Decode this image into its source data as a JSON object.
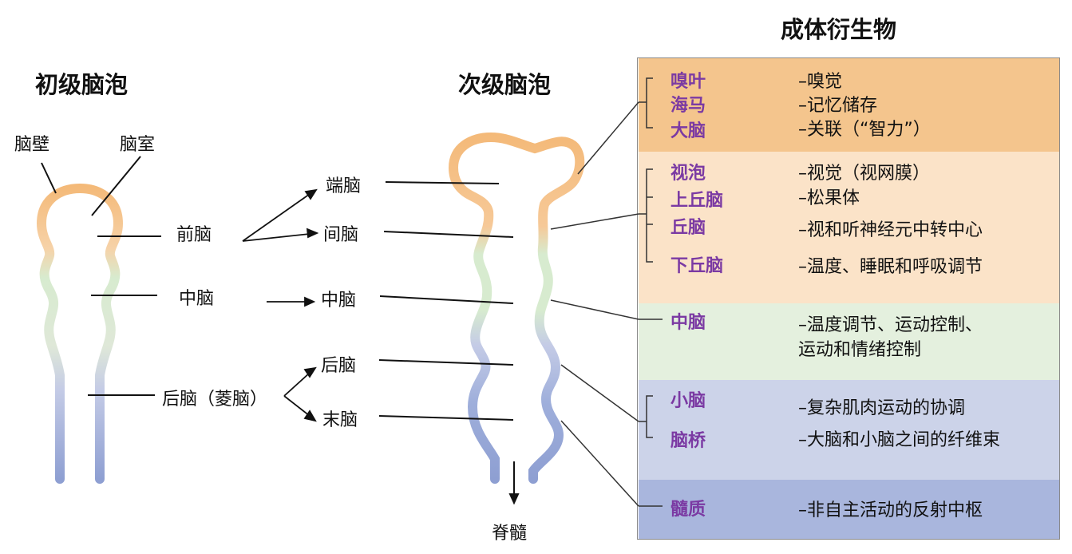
{
  "primary": {
    "title": "初级脑泡",
    "wall_label": "脑壁",
    "ventricle_label": "脑室",
    "forebrain": "前脑",
    "midbrain": "中脑",
    "hindbrain": "后脑（菱脑）"
  },
  "secondary": {
    "title": "次级脑泡",
    "telencephalon": "端脑",
    "diencephalon": "间脑",
    "mesencephalon": "中脑",
    "metencephalon": "后脑",
    "myelencephalon": "末脑",
    "spinal_cord": "脊髓"
  },
  "adult": {
    "title": "成体衍生物",
    "groups": [
      {
        "color": "#f4c58d",
        "items": [
          {
            "name": "嗅叶",
            "function": "–嗅觉"
          },
          {
            "name": "海马",
            "function": "–记忆储存"
          },
          {
            "name": "大脑",
            "function": "–关联（“智力”）"
          }
        ]
      },
      {
        "color": "#fbe3c8",
        "items": [
          {
            "name": "视泡",
            "function": "–视觉（视网膜）"
          },
          {
            "name": "上丘脑",
            "function": "–松果体"
          },
          {
            "name": "丘脑",
            "function": "–视和听神经元中转中心"
          },
          {
            "name": "下丘脑",
            "function": "–温度、睡眠和呼吸调节"
          }
        ]
      },
      {
        "color": "#e4f0de",
        "items": [
          {
            "name": "中脑",
            "function": "–温度调节、运动控制、",
            "function2": "运动和情绪控制"
          }
        ]
      },
      {
        "color": "#ccd3e9",
        "items": [
          {
            "name": "小脑",
            "function": "–复杂肌肉运动的协调"
          },
          {
            "name": "脑桥",
            "function": "–大脑和小脑之间的纤维束"
          }
        ]
      },
      {
        "color": "#a9b6dd",
        "items": [
          {
            "name": "髓质",
            "function": "–非自主活动的反射中枢"
          }
        ]
      }
    ]
  },
  "colors": {
    "orange": "#f4b876",
    "green": "#d7ebcf",
    "lavender": "#c4cbe6",
    "blue": "#8e9fd2",
    "purple_text": "#7b3aa3"
  }
}
